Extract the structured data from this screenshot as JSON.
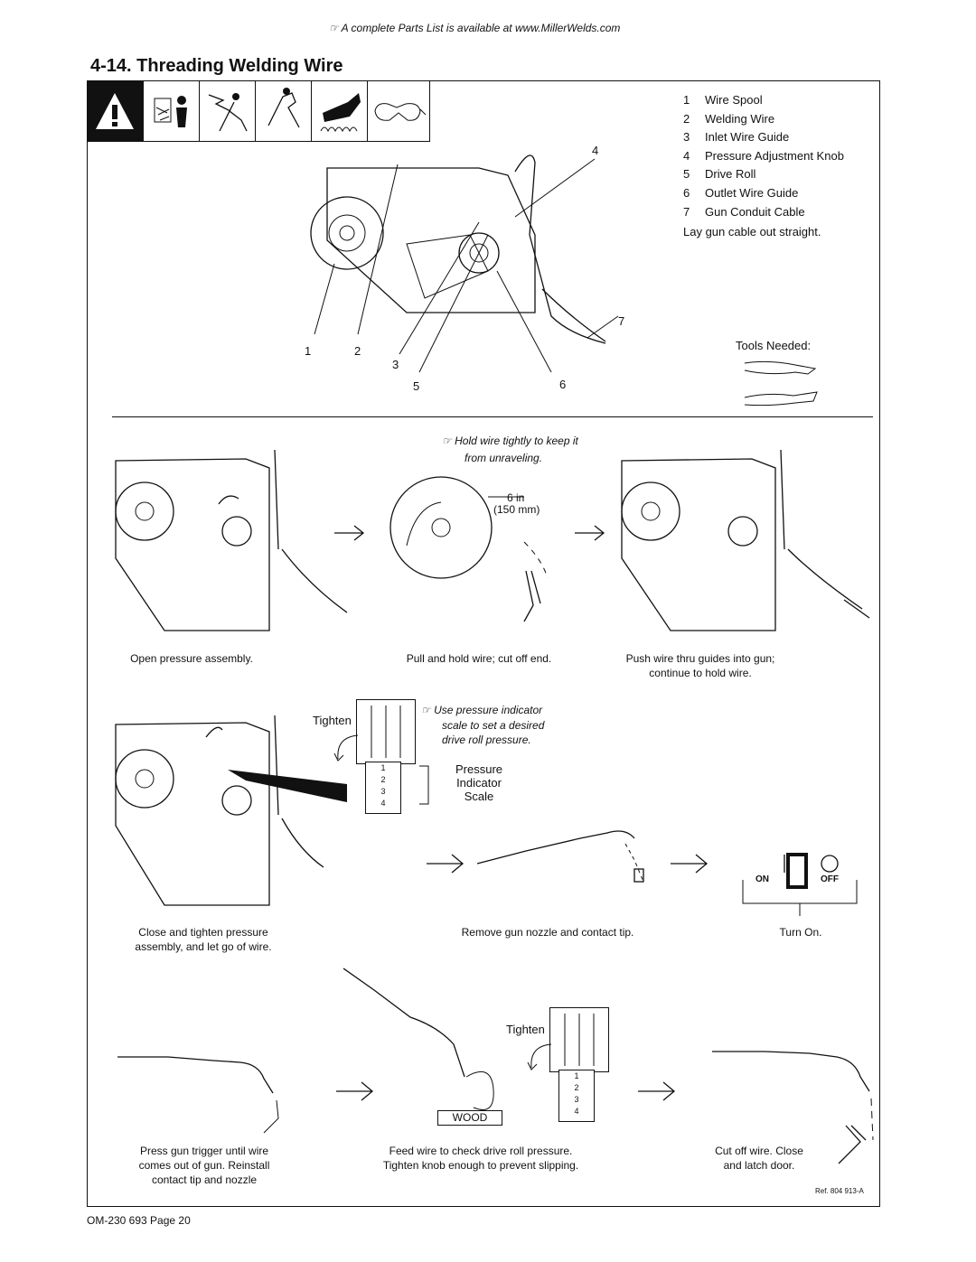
{
  "header": {
    "note": "A complete Parts List is available at www.MillerWelds.com",
    "title": "4-14.  Threading Welding Wire"
  },
  "parts": [
    {
      "num": "1",
      "label": "Wire Spool"
    },
    {
      "num": "2",
      "label": "Welding Wire"
    },
    {
      "num": "3",
      "label": "Inlet Wire Guide"
    },
    {
      "num": "4",
      "label": "Pressure Adjustment Knob"
    },
    {
      "num": "5",
      "label": "Drive Roll"
    },
    {
      "num": "6",
      "label": "Outlet Wire Guide"
    },
    {
      "num": "7",
      "label": "Gun Conduit Cable"
    }
  ],
  "parts_note": "Lay gun cable out straight.",
  "tools_needed": "Tools Needed:",
  "callouts": {
    "c1": "1",
    "c2": "2",
    "c3": "3",
    "c4": "4",
    "c5": "5",
    "c6": "6",
    "c7": "7"
  },
  "step1": {
    "hold_note_line1": "Hold wire tightly to keep it",
    "hold_note_line2": "from unraveling.",
    "dimension_line1": "6 in",
    "dimension_line2": "(150 mm)",
    "caption_open": "Open pressure assembly.",
    "caption_pull": "Pull and hold wire; cut off end.",
    "caption_push_line1": "Push wire thru guides into gun;",
    "caption_push_line2": "continue to hold wire."
  },
  "step2": {
    "tighten": "Tighten",
    "use_note_line1": "Use pressure indicator",
    "use_note_line2": "scale to set a desired",
    "use_note_line3": "drive roll pressure.",
    "scale_label_line1": "Pressure",
    "scale_label_line2": "Indicator",
    "scale_label_line3": "Scale",
    "scale_marks": [
      "1",
      "2",
      "3",
      "4"
    ],
    "switch_on": "ON",
    "switch_off": "OFF",
    "caption_close_line1": "Close and tighten pressure",
    "caption_close_line2": "assembly, and let go of wire.",
    "caption_remove": "Remove gun nozzle and contact tip.",
    "caption_turn_on": "Turn On."
  },
  "step3": {
    "tighten": "Tighten",
    "wood": "WOOD",
    "caption_press_line1": "Press gun trigger until wire",
    "caption_press_line2": "comes out of gun. Reinstall",
    "caption_press_line3": "contact tip and nozzle",
    "caption_feed_line1": "Feed wire to check drive roll pressure.",
    "caption_feed_line2": "Tighten knob enough to prevent slipping.",
    "caption_cut_line1": "Cut off wire. Close",
    "caption_cut_line2": "and latch door."
  },
  "footer": {
    "ref": "Ref. 804 913-A",
    "page": "OM-230 693 Page 20"
  }
}
